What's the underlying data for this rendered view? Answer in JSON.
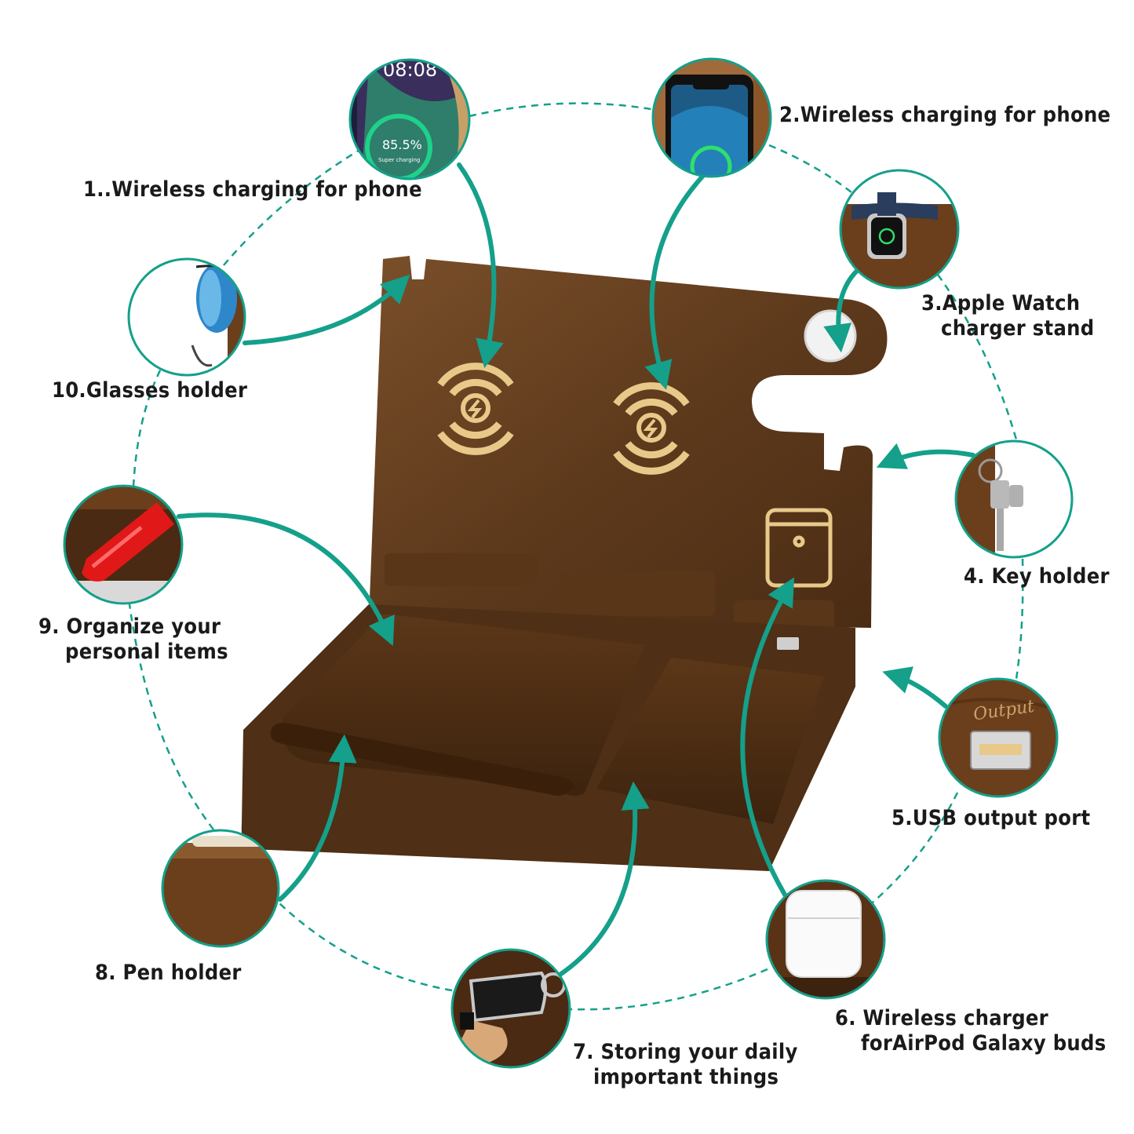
{
  "features": [
    {
      "id": 1,
      "text": "1..Wireless charging for phone",
      "icon": "phone-charging-icon"
    },
    {
      "id": 2,
      "text": "2.Wireless charging for phone",
      "icon": "iphone-charging-icon"
    },
    {
      "id": 3,
      "lines": [
        "3.Apple Watch",
        "charger stand"
      ],
      "icon": "apple-watch-icon"
    },
    {
      "id": 4,
      "text": "4. Key holder",
      "icon": "keys-icon"
    },
    {
      "id": 5,
      "text": "5.USB output port",
      "icon": "usb-port-icon",
      "engraving": "Output"
    },
    {
      "id": 6,
      "lines": [
        "6. Wireless charger",
        "forAirPod Galaxy buds"
      ],
      "icon": "airpods-case-icon"
    },
    {
      "id": 7,
      "lines": [
        "7. Storing your daily",
        "important things"
      ],
      "icon": "car-key-icon"
    },
    {
      "id": 8,
      "text": "8. Pen holder",
      "icon": "pen-icon"
    },
    {
      "id": 9,
      "lines": [
        "9. Organize your",
        "personal items"
      ],
      "icon": "lipstick-icon"
    },
    {
      "id": 10,
      "text": "10.Glasses holder",
      "icon": "glasses-icon"
    }
  ],
  "phone_screen": {
    "time": "08:08",
    "battery": "85.5%",
    "status": "Super charging"
  },
  "colors": {
    "accent": "#14a08a",
    "wood": "#6b4423",
    "wood_dark": "#4a2c14",
    "inlay": "#e8c98a"
  }
}
